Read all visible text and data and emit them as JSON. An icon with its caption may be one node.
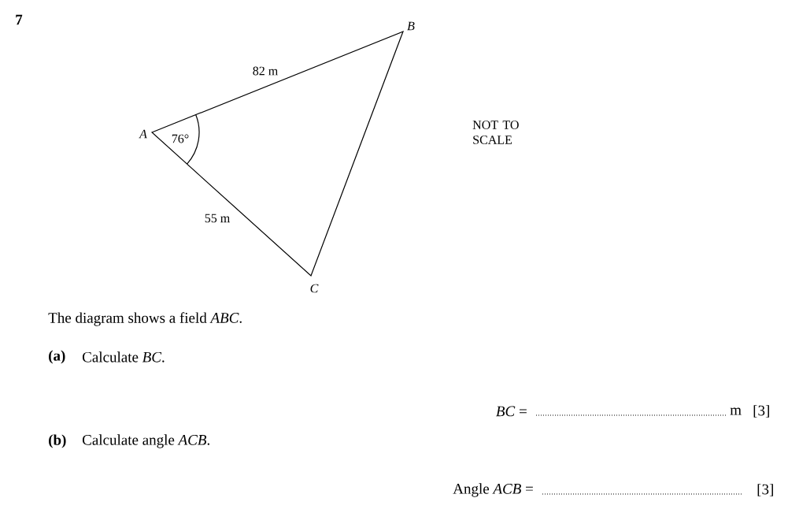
{
  "diagram": {
    "labels": [
      "7",
      "B",
      "82 m",
      "A",
      "76°",
      "NOT TO SCALE",
      "55 m",
      "C",
      "The diagram shows a field *ABC*.",
      "(a)",
      "Calculate *BC*.",
      "*BC* =",
      "m",
      "[3]",
      "(b)",
      "Calculate angle *ACB*.",
      "Angle *ACB* =",
      "[3]"
    ]
  }
}
